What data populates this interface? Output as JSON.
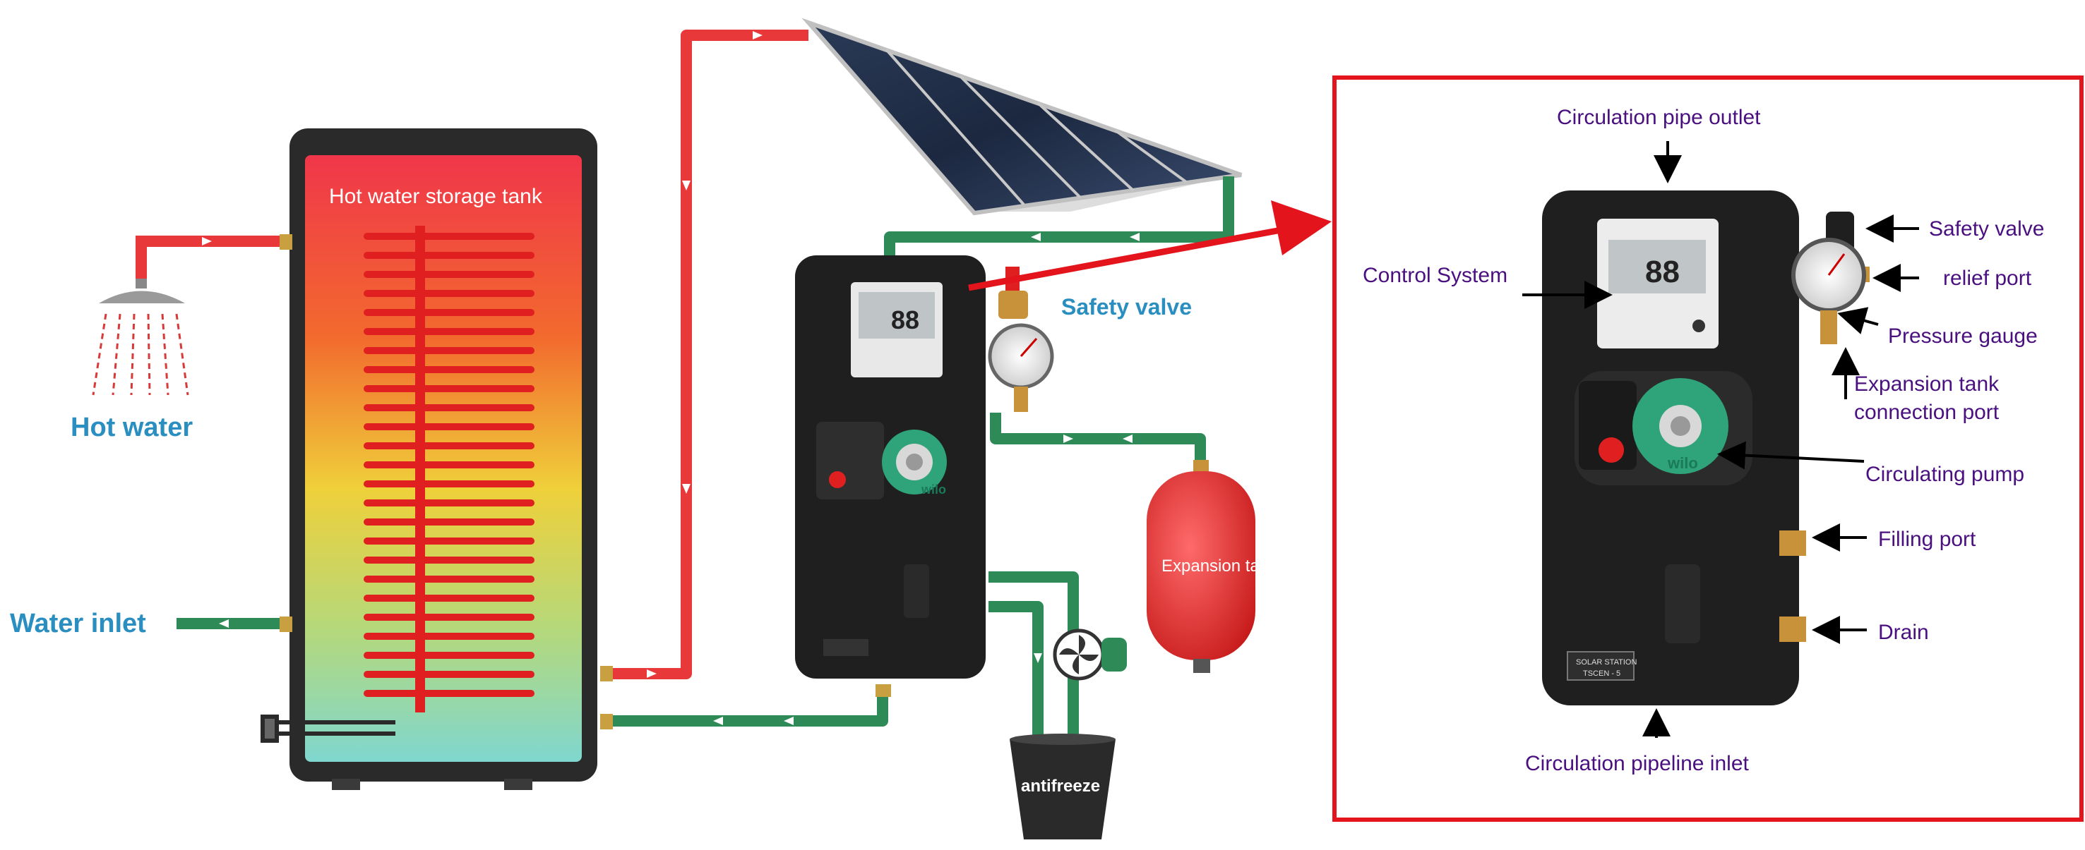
{
  "colors": {
    "hot_pipe": "#e8383a",
    "cold_pipe": "#2e8b57",
    "callout_border": "#e3141b",
    "label_blue": "#2a8fc0",
    "label_purple": "#4a1080",
    "station_body": "#1f1f1f",
    "expansion_tank": "#e02a2a"
  },
  "labels": {
    "tank_title": "Hot water storage tank",
    "hot_water": "Hot water",
    "water_inlet": "Water inlet",
    "safety_valve_main": "Safety valve",
    "expansion_tank": "Expansion tank",
    "antifreeze": "antifreeze",
    "lcd_digits": "88",
    "pump_brand": "wilo",
    "plate_line1": "SOLAR STATION",
    "plate_line2": "TSCEN - 5"
  },
  "callout": {
    "outlet": "Circulation pipe outlet",
    "control_system": "Control System",
    "safety_valve": "Safety valve",
    "relief_port": "relief port",
    "pressure_gauge": "Pressure gauge",
    "expansion_port_line1": "Expansion tank",
    "expansion_port_line2": "connection port",
    "circulating_pump": "Circulating pump",
    "filling_port": "Filling port",
    "drain": "Drain",
    "inlet": "Circulation pipeline inlet"
  }
}
